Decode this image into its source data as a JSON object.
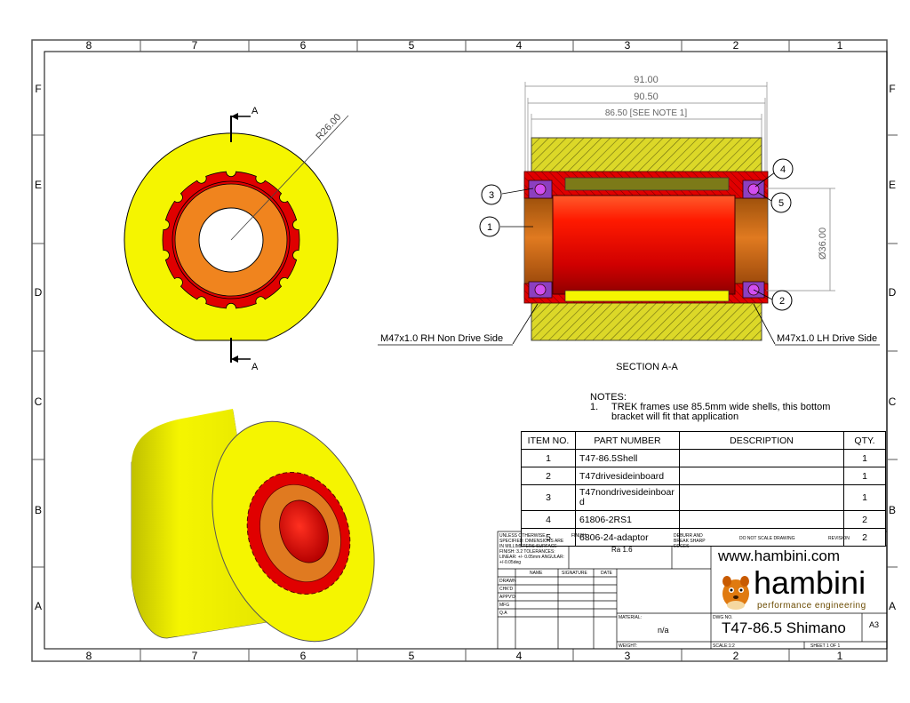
{
  "zones": {
    "columns": [
      "8",
      "7",
      "6",
      "5",
      "4",
      "3",
      "2",
      "1"
    ],
    "rows": [
      "F",
      "E",
      "D",
      "C",
      "B",
      "A"
    ]
  },
  "front_view": {
    "radius_label": "R26.00",
    "section_marker": "A"
  },
  "section_view": {
    "title": "SECTION A-A",
    "dim_overall": "91.00",
    "dim_shell": "90.50",
    "dim_note": "86.50 [SEE NOTE 1]",
    "dim_diameter": "Ø36.00",
    "thread_left": "M47x1.0 RH Non Drive Side",
    "thread_right": "M47x1.0 LH Drive Side",
    "balloons": [
      "1",
      "2",
      "3",
      "4",
      "5"
    ]
  },
  "notes": {
    "header": "NOTES:",
    "item_number": "1.",
    "line1": "TREK frames use 85.5mm wide shells, this bottom",
    "line2": "bracket will fit that application"
  },
  "bom": {
    "headers": [
      "ITEM NO.",
      "PART NUMBER",
      "DESCRIPTION",
      "QTY."
    ],
    "rows": [
      {
        "item": "1",
        "part": "T47-86.5Shell",
        "desc": "",
        "qty": "1"
      },
      {
        "item": "2",
        "part": "T47drivesideinboard",
        "desc": "",
        "qty": "1"
      },
      {
        "item": "3",
        "part": "T47nondrivesideinboar d",
        "desc": "",
        "qty": "1"
      },
      {
        "item": "4",
        "part": "61806-2RS1",
        "desc": "",
        "qty": "2"
      },
      {
        "item": "5",
        "part": "6806-24-adaptor",
        "desc": "",
        "qty": "2"
      }
    ]
  },
  "title_block": {
    "dims_note": "UNLESS OTHERWISE SPECIFIED: DIMENSIONS ARE IN MILLIMETERS SURFACE FINISH: 3.2 TOLERANCES: LINEAR: +/- 0.05mm ANGULAR: +/-0.05deg",
    "finish_label": "FINISH:",
    "finish_value": "Ra 1.6",
    "deburr": "DEBURR AND BREAK SHARP EDGES",
    "do_not_scale": "DO NOT SCALE DRAWING",
    "revision": "REVISION",
    "website": "www.hambini.com",
    "brand": "hambini",
    "tagline": "performance engineering",
    "col_name": "NAME",
    "col_signature": "SIGNATURE",
    "col_date": "DATE",
    "roles": [
      "DRAWN",
      "CHK'D",
      "APPV'D",
      "MFG",
      "Q.A"
    ],
    "material_label": "MATERIAL:",
    "material_value": "n/a",
    "dwg_label": "DWG NO.",
    "dwg_number": "T47-86.5 Shimano",
    "size": "A3",
    "weight_label": "WEIGHT:",
    "scale": "SCALE:1:2",
    "sheet": "SHEET 1 OF 1"
  },
  "colors": {
    "yellow": "#f5f500",
    "red": "#e00000",
    "orange": "#f0841e",
    "hatch_yellow": "#dcd828",
    "purple": "#8c3fc0",
    "brand_orange": "#f08000"
  }
}
